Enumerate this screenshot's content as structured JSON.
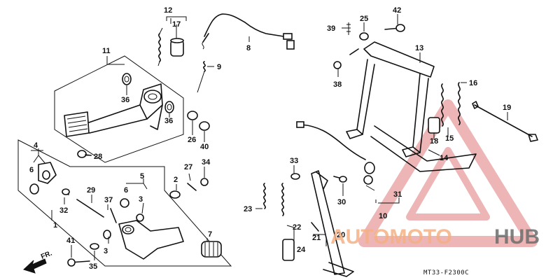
{
  "labels": {
    "l1": "1",
    "l2": "2",
    "l3a": "3",
    "l3b": "3",
    "l4": "4",
    "l5": "5",
    "l6a": "6",
    "l6b": "6",
    "l7": "7",
    "l8": "8",
    "l9": "9",
    "l10": "10",
    "l11": "11",
    "l12": "12",
    "l13": "13",
    "l14": "14",
    "l15": "15",
    "l16": "16",
    "l17": "17",
    "l18": "18",
    "l19": "19",
    "l20": "20",
    "l21": "21",
    "l22": "22",
    "l23": "23",
    "l24": "24",
    "l25": "25",
    "l26": "26",
    "l27": "27",
    "l28": "28",
    "l29": "29",
    "l30": "30",
    "l31": "31",
    "l32": "32",
    "l33": "33",
    "l34": "34",
    "l35": "35",
    "l36a": "36",
    "l36b": "36",
    "l37": "37",
    "l38": "38",
    "l39": "39",
    "l40": "40",
    "l41": "41",
    "l42": "42"
  },
  "direction_label": "FR.",
  "diagram_code": "MT33-F2300C",
  "watermark": {
    "part1": "AUTOMOTO",
    "part2": "HUB",
    "color_accent": "#f4b183",
    "color_dark": "#6d6d6d",
    "triangle_color": "#e9a9a9"
  }
}
